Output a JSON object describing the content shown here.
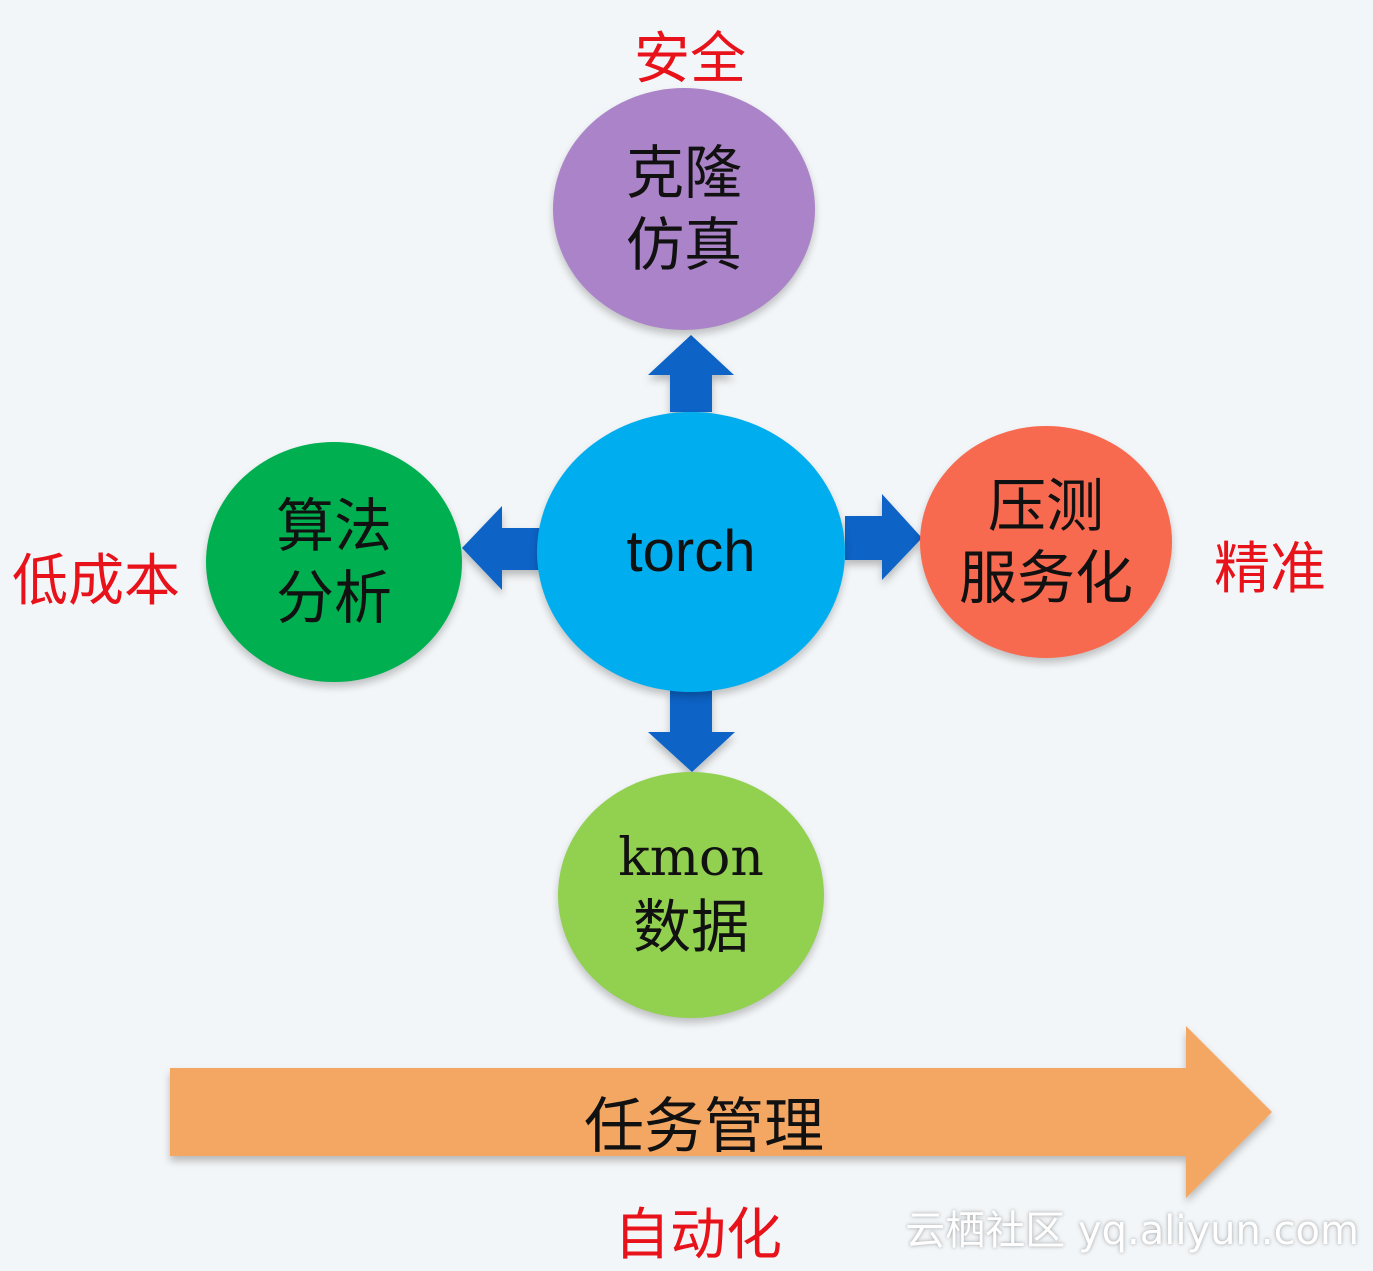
{
  "center": {
    "label": "torch",
    "color": "#00aeef"
  },
  "nodes": {
    "top": {
      "line1": "克隆",
      "line2": "仿真",
      "color": "#ab83c8"
    },
    "right": {
      "line1": "压测",
      "line2": "服务化",
      "color": "#f86a50"
    },
    "bottom": {
      "line1": "kmon",
      "line2": "数据",
      "color": "#92d050"
    },
    "left": {
      "line1": "算法",
      "line2": "分析",
      "color": "#00b050"
    }
  },
  "labels": {
    "top": "安全",
    "right": "精准",
    "left": "低成本",
    "bottom": "自动化"
  },
  "task_arrow": {
    "label": "任务管理",
    "color": "#f4a663"
  },
  "connector_color": "#0a63c6",
  "watermark": "云栖社区 yq.aliyun.com"
}
